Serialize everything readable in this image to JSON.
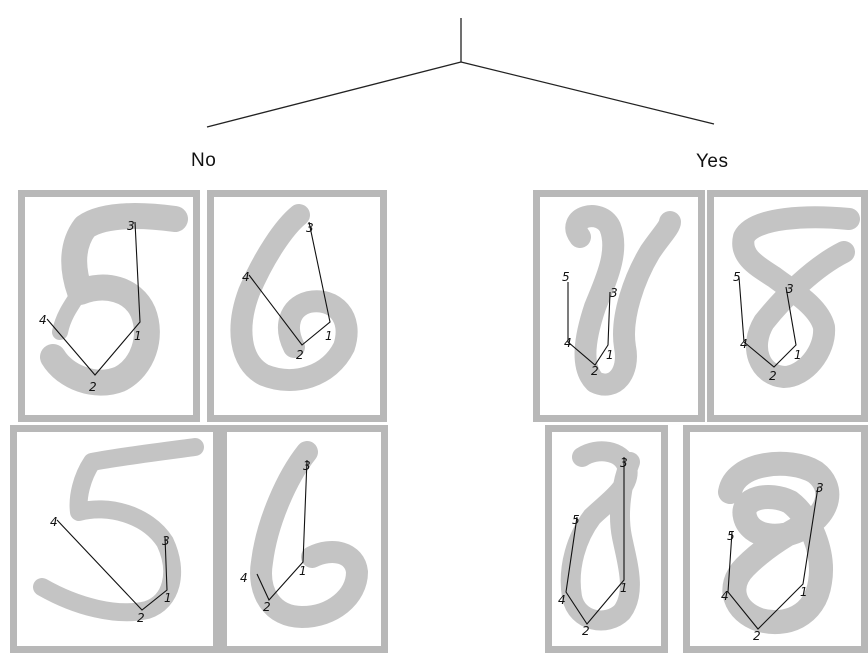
{
  "labels": {
    "left": "No",
    "right": "Yes"
  },
  "colors": {
    "stroke": "#c4c4c4",
    "frame": "#b8b8b8",
    "lines": "#111111"
  },
  "panels": [
    {
      "id": "no-5-top",
      "vertices": [
        "1",
        "2",
        "3",
        "4"
      ]
    },
    {
      "id": "no-6-top",
      "vertices": [
        "1",
        "2",
        "3",
        "4"
      ]
    },
    {
      "id": "no-5-bottom",
      "vertices": [
        "1",
        "2",
        "3",
        "4"
      ]
    },
    {
      "id": "no-6-bottom",
      "vertices": [
        "1",
        "2",
        "3",
        "4"
      ]
    },
    {
      "id": "yes-8-top-a",
      "vertices": [
        "1",
        "2",
        "3",
        "4",
        "5"
      ]
    },
    {
      "id": "yes-8-top-b",
      "vertices": [
        "1",
        "2",
        "3",
        "4",
        "5"
      ]
    },
    {
      "id": "yes-8-bottom-a",
      "vertices": [
        "1",
        "2",
        "3",
        "4",
        "5"
      ]
    },
    {
      "id": "yes-8-bottom-b",
      "vertices": [
        "1",
        "2",
        "3",
        "4",
        "5"
      ]
    }
  ]
}
